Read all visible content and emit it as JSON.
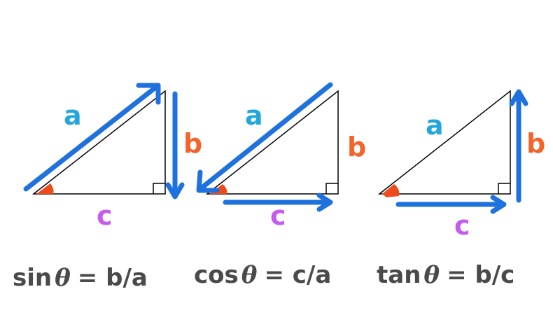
{
  "colors": {
    "arrow": "#1f72dd",
    "label_a": "#22a6dc",
    "label_b": "#f4632a",
    "label_c": "#c55cf0",
    "angle": "#ee4b1c",
    "line": "#000000",
    "formula": "#4a4a4a"
  },
  "triangles": [
    {
      "label_a": "a",
      "label_b": "b",
      "label_c": "c",
      "formula": {
        "fn": "sin",
        "theta": "θ",
        "rhs": "= b/a"
      }
    },
    {
      "label_a": "a",
      "label_b": "b",
      "label_c": "c",
      "formula": {
        "fn": "cos",
        "theta": "θ",
        "rhs": "= c/a"
      }
    },
    {
      "label_a": "a",
      "label_b": "b",
      "label_c": "c",
      "formula": {
        "fn": "tan",
        "theta": "θ",
        "rhs": "= b/c"
      }
    }
  ]
}
